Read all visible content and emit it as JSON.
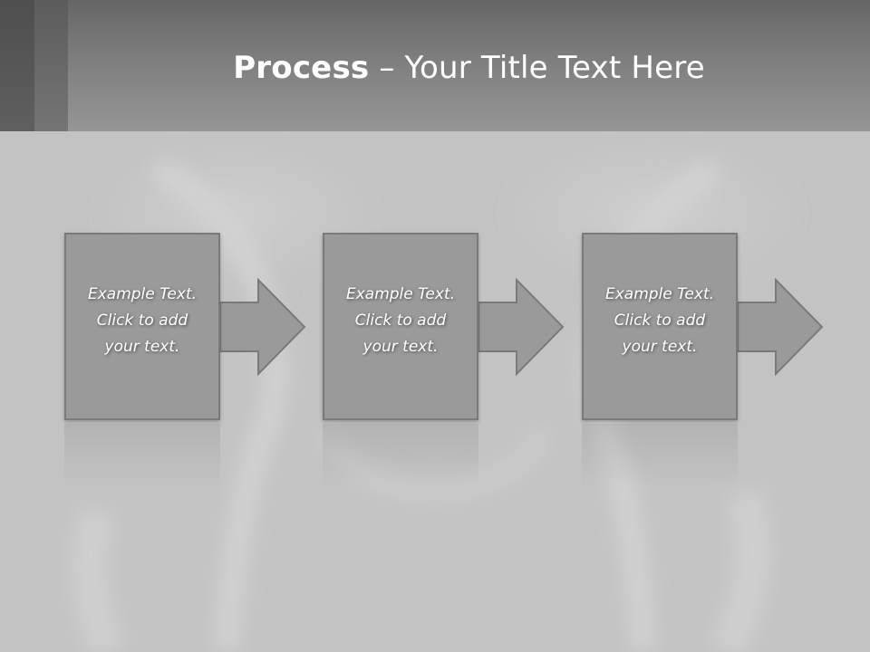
{
  "header": {
    "title_bold": "Process",
    "title_rest": " – Your Title Text Here"
  },
  "steps": [
    {
      "text": "Example Text.\nClick  to add\nyour text."
    },
    {
      "text": "Example Text.\nClick  to add\nyour text."
    },
    {
      "text": "Example Text.\nClick  to add\nyour text."
    }
  ],
  "colors": {
    "header_top": "#666666",
    "box_fill": "#9a9a9a",
    "box_border": "#7a7a7a",
    "background": "#c4c4c4"
  }
}
